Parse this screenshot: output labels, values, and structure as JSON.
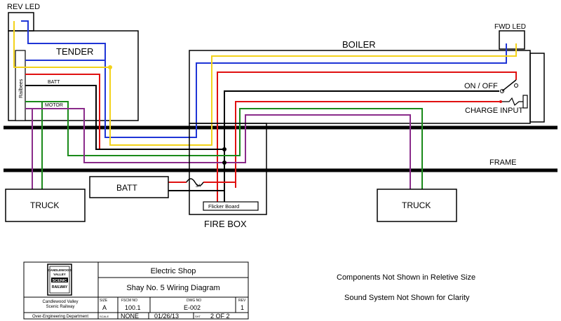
{
  "labels": {
    "rev_led": "REV LED",
    "fwd_led": "FWD LED",
    "tender": "TENDER",
    "boiler": "BOILER",
    "railbees": "Railbees",
    "batt_wire": "BATT",
    "motor_wire": "MOTOR",
    "on_off": "ON / OFF",
    "charge_input": "CHARGE INPUT",
    "frame": "FRAME",
    "truck_left": "TRUCK",
    "truck_right": "TRUCK",
    "batt_box": "BATT",
    "fuse": "3A",
    "flicker_board": "Flicker Board",
    "fire_box": "FIRE BOX"
  },
  "notes": {
    "line1": "Components Not Shown in Reletive Size",
    "line2": "Sound System Not Shown for Clarity"
  },
  "title_block": {
    "logo_line1": "CANDLEWOOD",
    "logo_line2": "VALLEY",
    "logo_line3": "SCENIC",
    "logo_line4": "RAILWAY",
    "shop": "Electric Shop",
    "drawing_title": "Shay No. 5 Wiring Diagram",
    "org_line1": "Candlewood Valley",
    "org_line2": "Scenic Railway",
    "department": "Over-Engineering Department",
    "size_label": "SIZE",
    "size": "A",
    "fscm_label": "FSCM NO",
    "fscm": "100.1",
    "dwg_label": "DWG NO",
    "dwg": "E-002",
    "rev_label": "REV",
    "rev": "1",
    "scale_label": "SCALE",
    "scale": "NONE",
    "date": "01/26/13",
    "sht_label": "SHT",
    "sheet": "2 OF 2"
  },
  "colors": {
    "blue": "#1f35d6",
    "yellow": "#f3d21a",
    "red": "#e01010",
    "black": "#000000",
    "green": "#1a8a1a",
    "purple": "#8a2b8a"
  }
}
